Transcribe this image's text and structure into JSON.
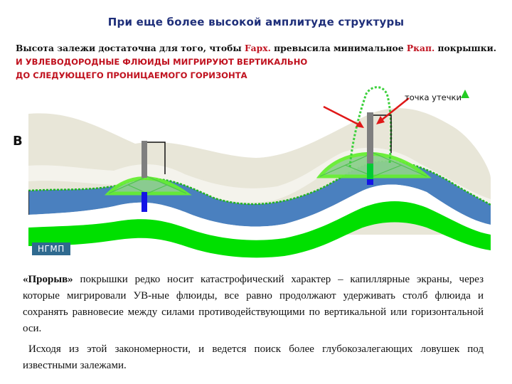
{
  "title": "При еще более высокой амплитуде структуры",
  "intro": {
    "part1": "Высота залежи достаточна для того, чтобы ",
    "term1": "Fарх.",
    "part2": " превысила минимальное ",
    "term2": "Ркап.",
    "part3": " покрышки."
  },
  "highlight_lines": [
    "И УВЛЕВОДОРОДНЫЕ ФЛЮИДЫ МИГРИРУЮТ ВЕРТИКАЛЬНО",
    "ДО СЛЕДУЮЩЕГО ПРОНИЦАЕМОГО ГОРИЗОНТА"
  ],
  "figure": {
    "panel_letter": "В",
    "leak_label": "точка утечки",
    "ngmp_label": "НГМП"
  },
  "paragraph1": {
    "lead": "«Прорыв»",
    "text": " покрышки редко носит катастрофический характер – капиллярные экраны, через которые мигрировали УВ-ные флюиды, все равно продолжают удерживать столб флюида и сохранять равновесие между силами противодействующими по вертикальной или горизонтальной оси."
  },
  "paragraph2": {
    "text": "Исходя из этой закономерности, и ведется поиск более глубокозалегающих ловушек под известными залежами."
  },
  "colors": {
    "title": "#1f2f7a",
    "accent_red": "#c0121f",
    "reservoir_blue": "#4a80bf",
    "source_green": "#00e000",
    "seal_beige": "#e8e6d8",
    "hydrocarbon_green": "#8ed08e"
  }
}
